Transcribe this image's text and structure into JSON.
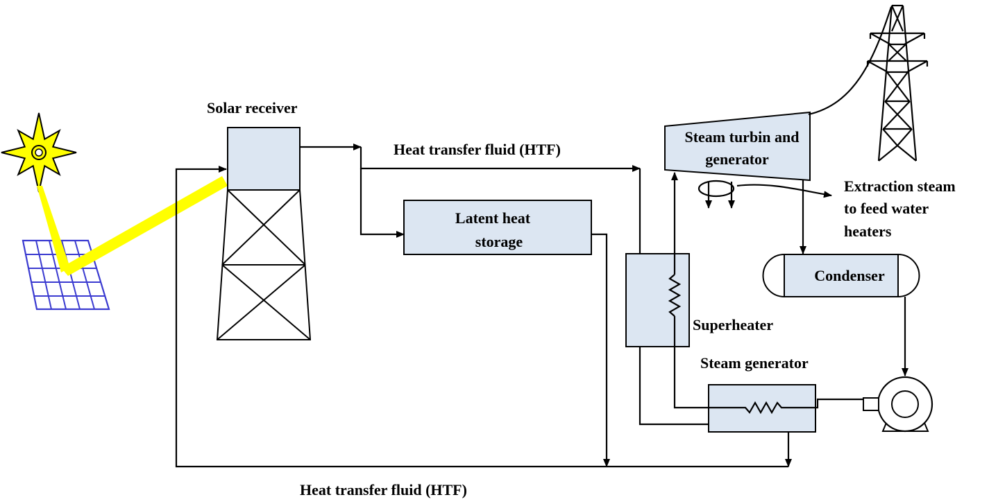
{
  "labels": {
    "solar_receiver": "Solar receiver",
    "htf_top": "Heat transfer fluid (HTF)",
    "latent_line1": "Latent heat",
    "latent_line2": "storage",
    "turbine_line1": "Steam turbin and",
    "turbine_line2": "generator",
    "extraction_line1": "Extraction steam",
    "extraction_line2": "to feed water",
    "extraction_line3": "heaters",
    "condenser": "Condenser",
    "superheater": "Superheater",
    "steam_generator": "Steam generator",
    "htf_bottom": "Heat transfer fluid (HTF)"
  },
  "icons": {
    "sun": "sun-icon",
    "heliostat": "heliostat-mirror-icon",
    "tower": "receiver-tower-icon",
    "pylon": "transmission-tower-icon",
    "pump": "pump-icon"
  },
  "colors": {
    "box_fill": "#dce6f2",
    "sun_fill": "#ffff00",
    "beam": "#ffff00",
    "panel_grid": "#3a3ad0"
  }
}
